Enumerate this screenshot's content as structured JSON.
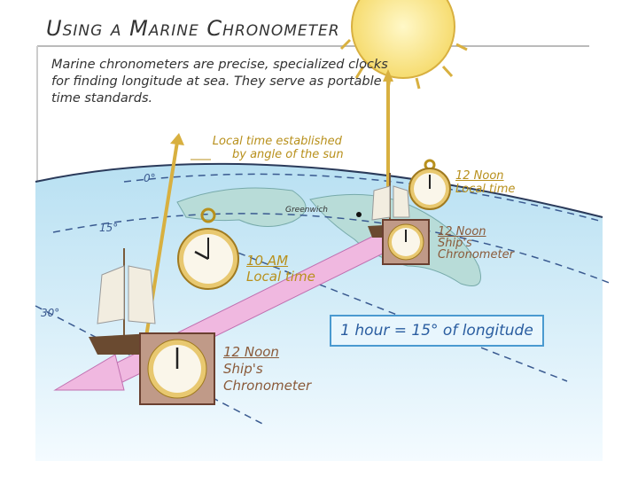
{
  "title": "Using a Marine Chronometer",
  "intro": "Marine chronometers are precise, specialized clocks for finding longitude at sea. They serve as portable time standards.",
  "sun_label": "Local time established by angle of the sun",
  "sun_label_line1": "Local time established",
  "sun_label_line2": "by angle of the sun",
  "greenwich": "Greenwich",
  "latitudes": [
    "0°",
    "15°",
    "30°"
  ],
  "right_ship": {
    "local_line1": "12 Noon",
    "local_line2": "Local time",
    "chrono_line1": "12 Noon",
    "chrono_line2": "Ship's",
    "chrono_line3": "Chronometer"
  },
  "left_ship": {
    "local_line1": "10 AM",
    "local_line2": "Local time",
    "chrono_line1": "12 Noon",
    "chrono_line2": "Ship's",
    "chrono_line3": "Chronometer"
  },
  "conversion": "1 hour = 15° of longitude",
  "colors": {
    "sea": "#cfe9f5",
    "route": "#f0b8e0",
    "gold": "#b8901c",
    "box": "#8a5a3a",
    "accent": "#4a9ad0"
  }
}
